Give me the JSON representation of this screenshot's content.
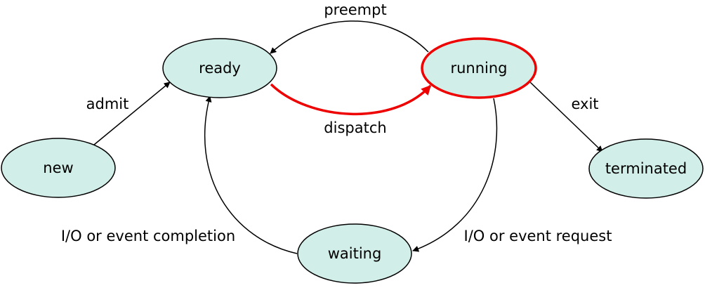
{
  "colors": {
    "node_fill": "#d2eee8",
    "node_stroke": "#000000",
    "highlight": "#ee0000",
    "edge": "#000000"
  },
  "states": {
    "new": "new",
    "ready": "ready",
    "running": "running",
    "waiting": "waiting",
    "terminated": "terminated"
  },
  "transitions": {
    "admit": "admit",
    "dispatch": "dispatch",
    "preempt": "preempt",
    "exit": "exit",
    "io_request": "I/O or event request",
    "io_completion": "I/O or event completion"
  }
}
